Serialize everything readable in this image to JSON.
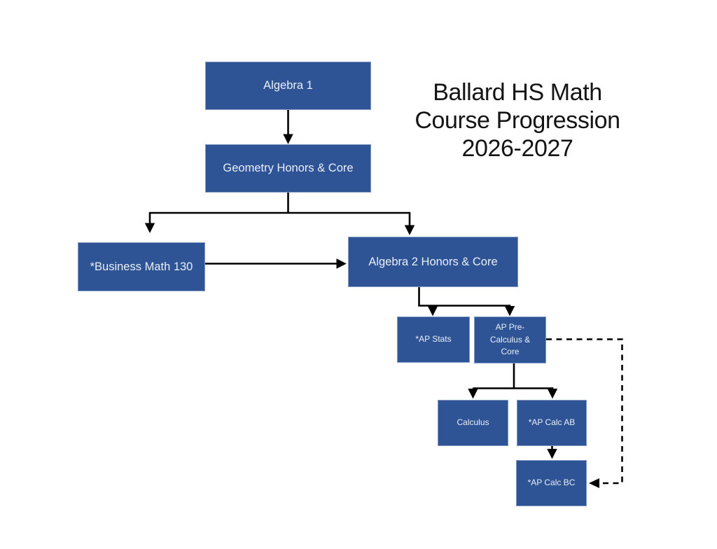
{
  "title": {
    "text": "Ballard HS Math\nCourse Progression\n2026-2027"
  },
  "nodes": {
    "algebra1": {
      "label": "Algebra 1"
    },
    "geometry": {
      "label": "Geometry Honors & Core"
    },
    "business": {
      "label": "*Business Math 130"
    },
    "algebra2": {
      "label": "Algebra 2 Honors & Core"
    },
    "ap_stats": {
      "label": "*AP Stats"
    },
    "ap_precalc": {
      "label": "AP Pre-\nCalculus  &\nCore"
    },
    "calculus": {
      "label": "Calculus"
    },
    "ap_calc_ab": {
      "label": "*AP Calc AB"
    },
    "ap_calc_bc": {
      "label": "*AP Calc BC"
    }
  },
  "edges": [
    {
      "from": "Algebra 1",
      "to": "Geometry Honors & Core",
      "style": "solid"
    },
    {
      "from": "Geometry Honors & Core",
      "to": "*Business Math 130",
      "style": "solid"
    },
    {
      "from": "Geometry Honors & Core",
      "to": "Algebra 2 Honors & Core",
      "style": "solid"
    },
    {
      "from": "*Business Math 130",
      "to": "Algebra 2 Honors & Core",
      "style": "solid"
    },
    {
      "from": "Algebra 2 Honors & Core",
      "to": "*AP Stats",
      "style": "solid"
    },
    {
      "from": "Algebra 2 Honors & Core",
      "to": "AP Pre-Calculus & Core",
      "style": "solid"
    },
    {
      "from": "AP Pre-Calculus & Core",
      "to": "Calculus",
      "style": "solid"
    },
    {
      "from": "AP Pre-Calculus & Core",
      "to": "*AP Calc AB",
      "style": "solid"
    },
    {
      "from": "*AP Calc AB",
      "to": "*AP Calc BC",
      "style": "solid"
    },
    {
      "from": "AP Pre-Calculus & Core",
      "to": "*AP Calc BC",
      "style": "dashed"
    }
  ],
  "colors": {
    "box_fill": "#2f5496",
    "box_border": "#8299c6",
    "box_text": "#e9eef7",
    "connector": "#000000",
    "title_text": "#141414",
    "background": "#ffffff"
  }
}
